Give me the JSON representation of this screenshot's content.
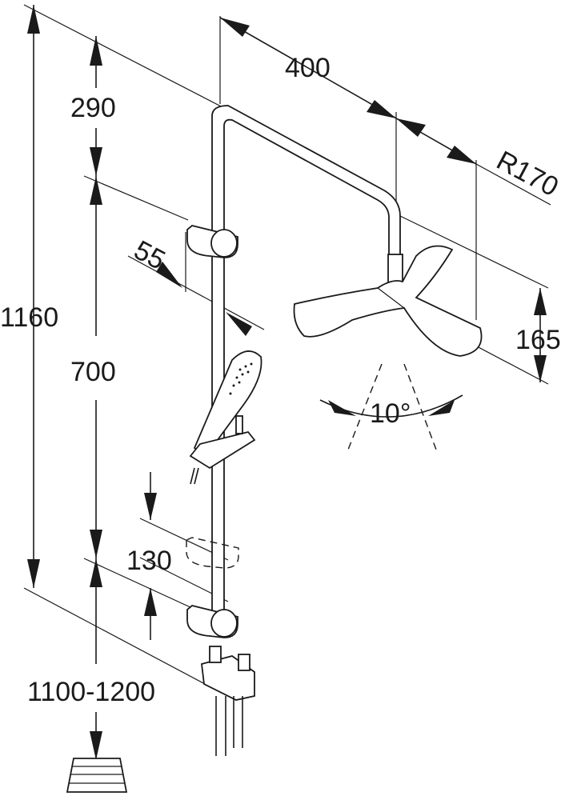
{
  "dimensions": {
    "overall_height": "1160",
    "top_section": "290",
    "rail_spacing": "700",
    "holder_range": "130",
    "mount_height": "1100-1200",
    "arm_projection": "400",
    "offset": "55",
    "head_radius": "R170",
    "head_height": "165",
    "tilt_angle": "10°"
  },
  "icons": {
    "floor": "floor-step-icon",
    "overhead_shower": "rain-shower-head-icon",
    "hand_shower": "hand-shower-icon",
    "mixer": "thermostatic-mixer-icon"
  }
}
